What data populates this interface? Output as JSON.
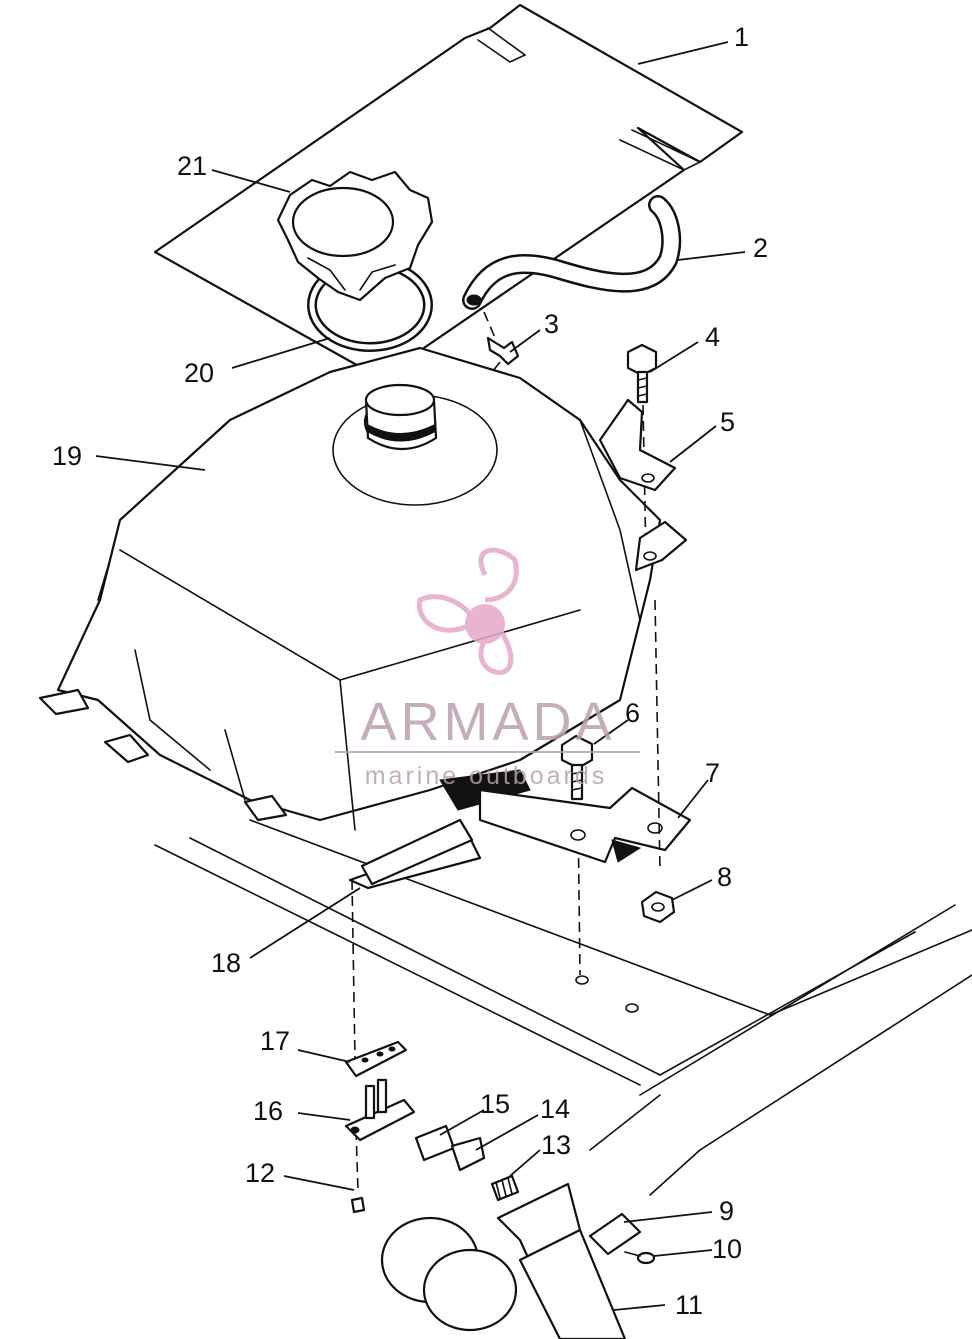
{
  "callouts": [
    {
      "label": "1"
    },
    {
      "label": "2"
    },
    {
      "label": "3"
    },
    {
      "label": "4"
    },
    {
      "label": "5"
    },
    {
      "label": "6"
    },
    {
      "label": "7"
    },
    {
      "label": "8"
    },
    {
      "label": "9"
    },
    {
      "label": "10"
    },
    {
      "label": "11"
    },
    {
      "label": "12"
    },
    {
      "label": "13"
    },
    {
      "label": "14"
    },
    {
      "label": "15"
    },
    {
      "label": "16"
    },
    {
      "label": "17"
    },
    {
      "label": "18"
    },
    {
      "label": "19"
    },
    {
      "label": "20"
    },
    {
      "label": "21"
    }
  ],
  "watermark": {
    "title": "ARMADA",
    "subtitle": "marine outboards",
    "color": "#e6a8c8",
    "icon": "propeller-logo-icon"
  }
}
